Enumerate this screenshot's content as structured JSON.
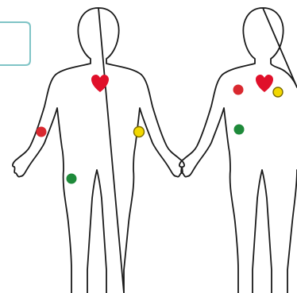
{
  "diagram": {
    "figures": [
      {
        "name": "left-figure",
        "markers": [
          {
            "name": "heart-marker",
            "icon": "heart-icon",
            "color": "#e0102a"
          },
          {
            "name": "red-electrode",
            "color": "#d9282f"
          },
          {
            "name": "yellow-electrode",
            "color": "#f2d800"
          },
          {
            "name": "green-electrode",
            "color": "#1e8a3a"
          }
        ]
      },
      {
        "name": "right-figure",
        "markers": [
          {
            "name": "heart-marker",
            "icon": "heart-icon",
            "color": "#e0102a"
          },
          {
            "name": "red-electrode",
            "color": "#d9282f"
          },
          {
            "name": "yellow-electrode",
            "color": "#f2d800"
          },
          {
            "name": "green-electrode",
            "color": "#1e8a3a"
          }
        ]
      }
    ],
    "callout_box_color": "#7fc4c6"
  }
}
